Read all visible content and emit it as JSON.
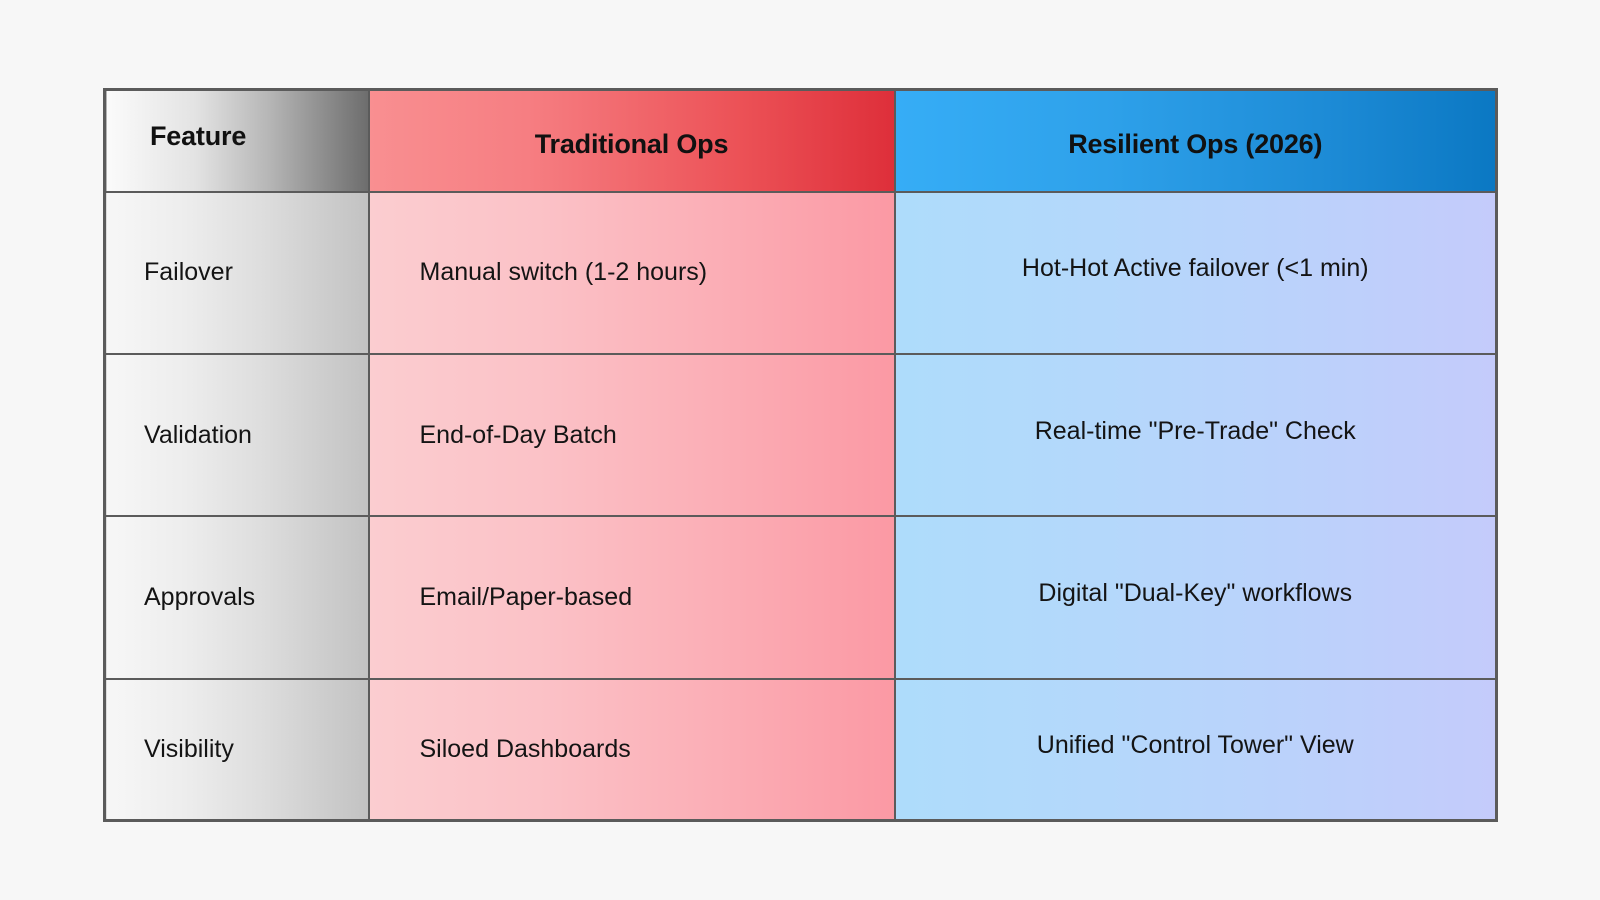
{
  "table": {
    "columns": [
      {
        "key": "feature",
        "label": "Feature"
      },
      {
        "key": "traditional",
        "label": "Traditional Ops"
      },
      {
        "key": "resilient",
        "label": "Resilient Ops (2026)"
      }
    ],
    "rows": [
      {
        "feature": "Failover",
        "traditional": "Manual switch (1-2 hours)",
        "resilient": "Hot-Hot Active failover (<1 min)"
      },
      {
        "feature": "Validation",
        "traditional": "End-of-Day Batch",
        "resilient": "Real-time \"Pre-Trade\" Check"
      },
      {
        "feature": "Approvals",
        "traditional": "Email/Paper-based",
        "resilient": "Digital \"Dual-Key\" workflows"
      },
      {
        "feature": "Visibility",
        "traditional": "Siloed Dashboards",
        "resilient": "Unified \"Control Tower\" View"
      }
    ]
  },
  "colors": {
    "page_background": "#f7f7f7",
    "border": "#5b5b5b",
    "header_feature_from": "#fbfbfb",
    "header_feature_to": "#6d6d6d",
    "header_traditional_from": "#f98f91",
    "header_traditional_to": "#de2f3a",
    "header_resilient_from": "#36adf6",
    "header_resilient_to": "#0b78c3",
    "cell_feature_from": "#f7f7f7",
    "cell_feature_to": "#c2c2c2",
    "cell_traditional_from": "#fbcdd0",
    "cell_traditional_to": "#fb99a4",
    "cell_resilient_from": "#aedcfb",
    "cell_resilient_to": "#c4cbfb",
    "text": "#141414"
  }
}
